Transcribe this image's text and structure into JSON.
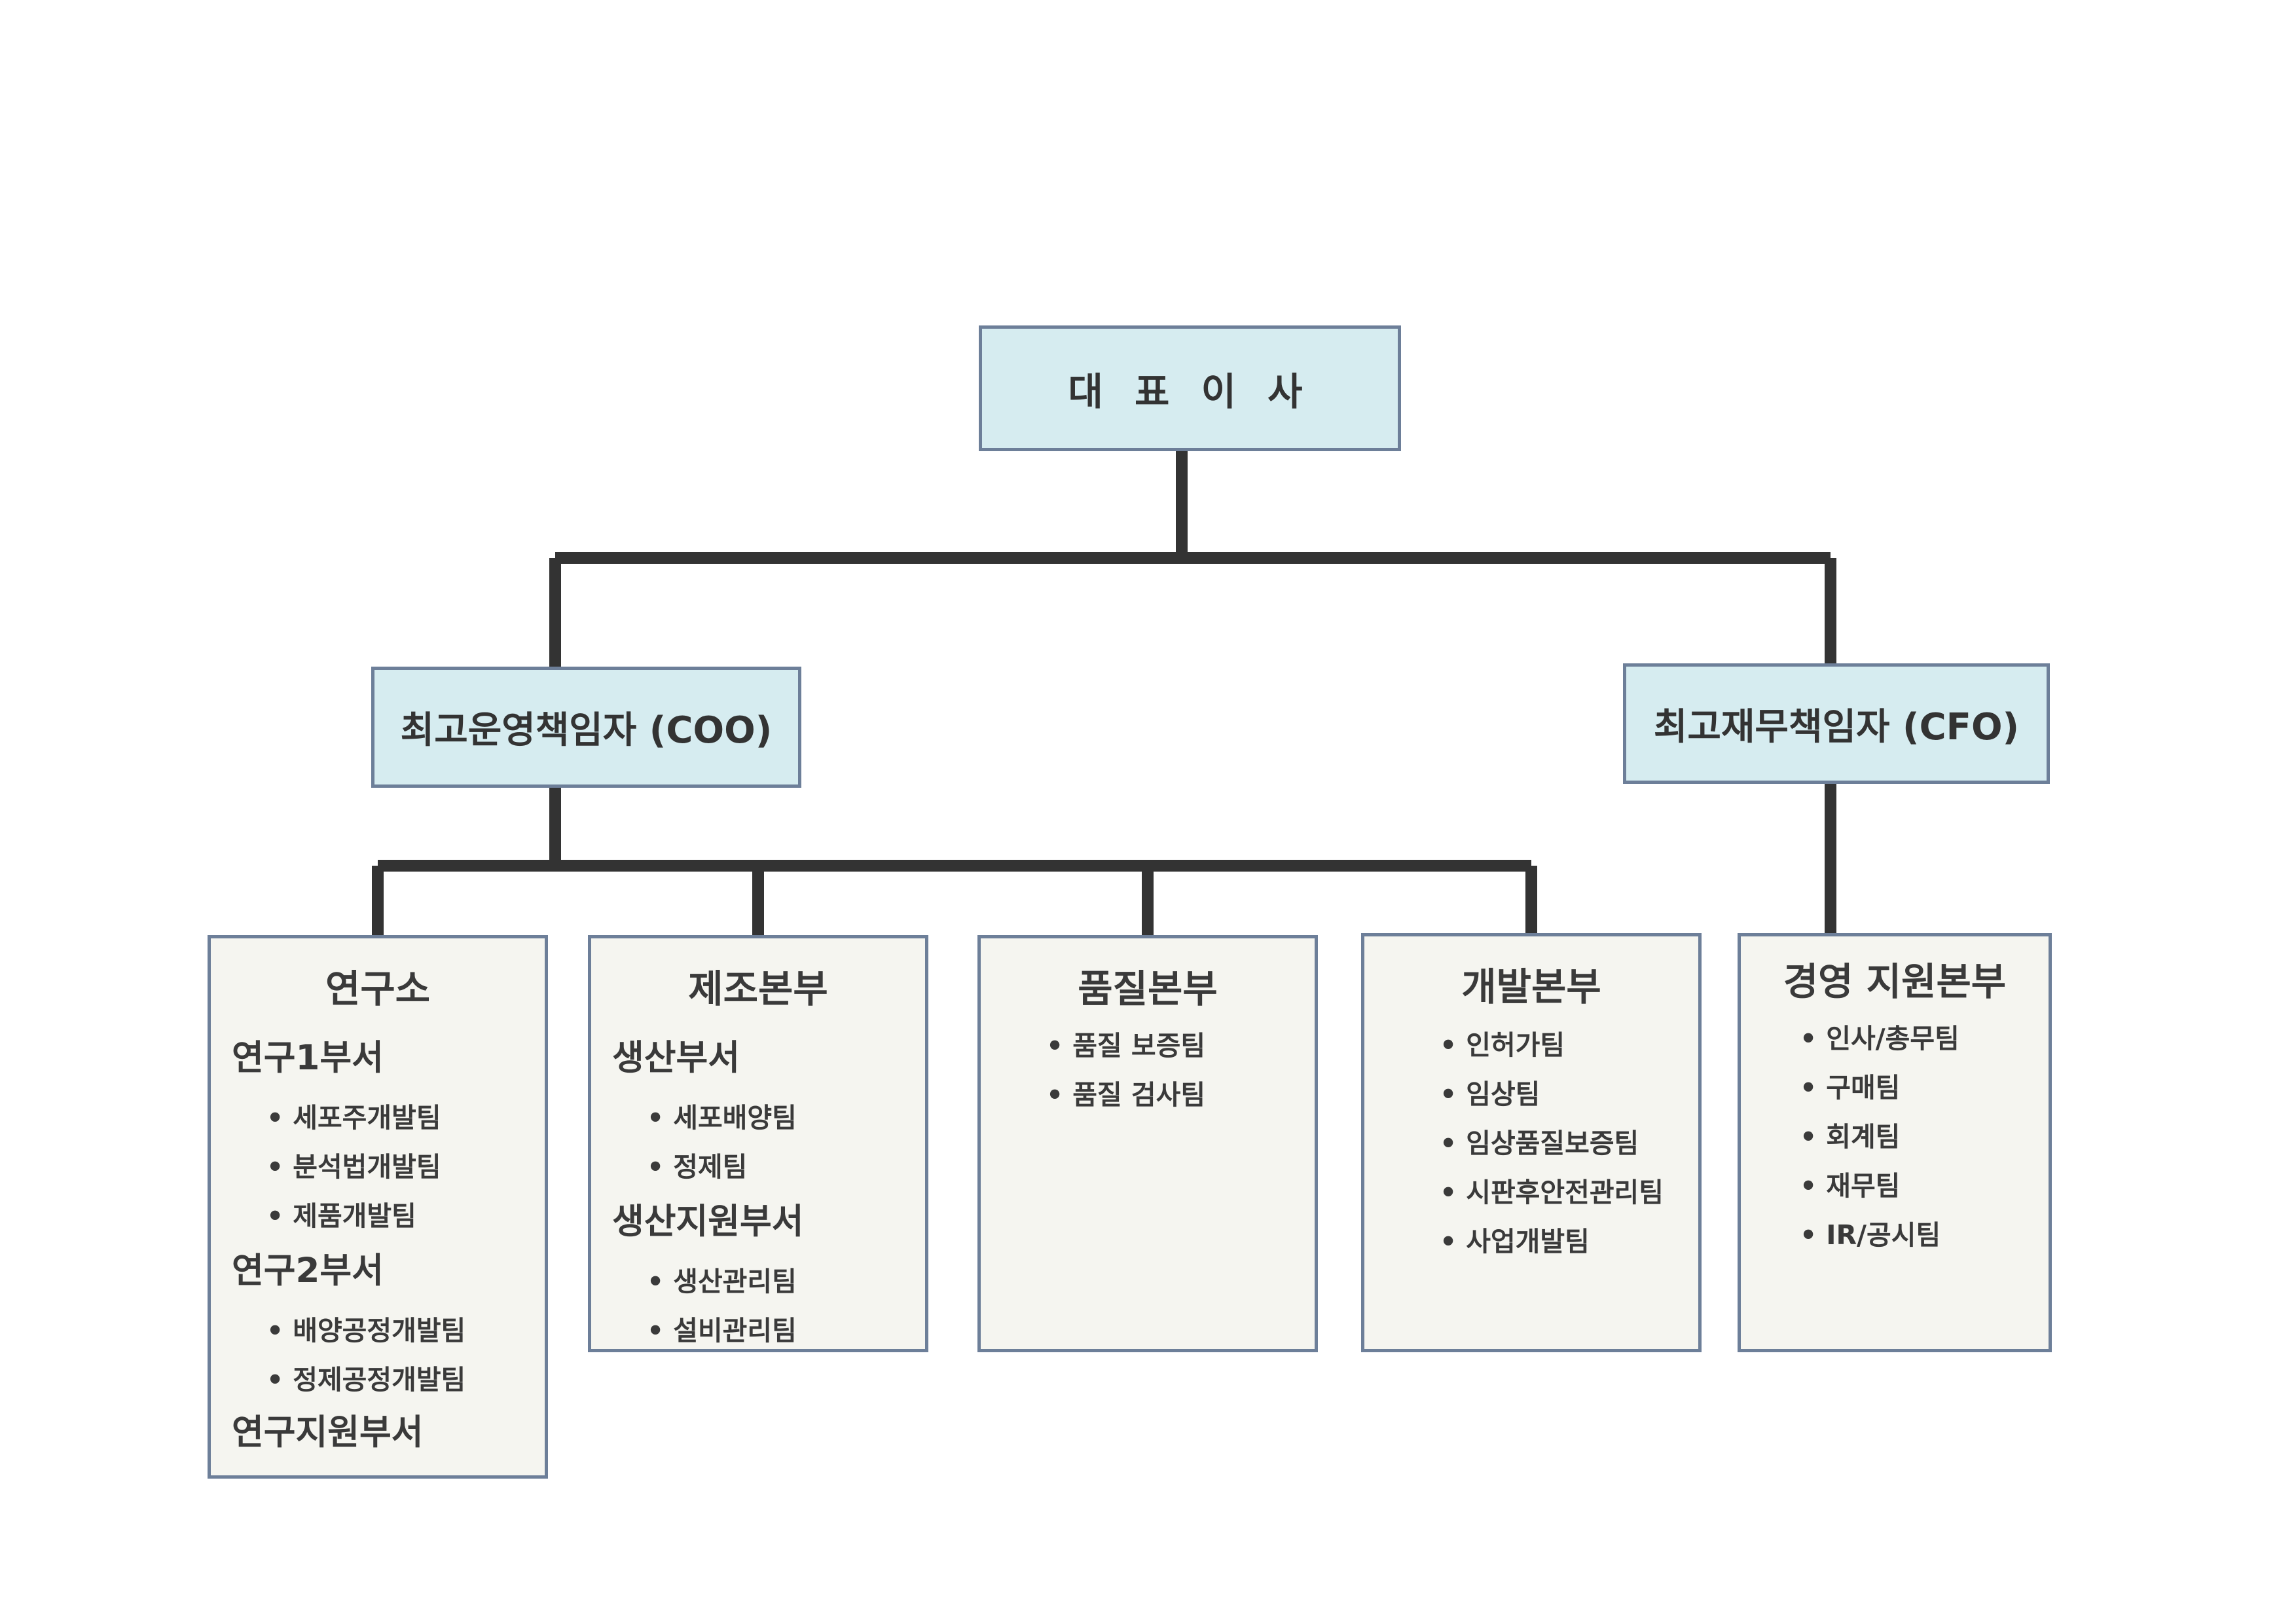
{
  "ceo": {
    "label": "대 표 이 사"
  },
  "coo": {
    "label": "최고운영책임자 (COO)"
  },
  "cfo": {
    "label": "최고재무책임자 (CFO)"
  },
  "bullet": "•",
  "departments": {
    "research": {
      "title": "연구소",
      "sub1": "연구1부서",
      "sub1_teams": [
        "세포주개발팀",
        "분석법개발팀",
        "제품개발팀"
      ],
      "sub2": "연구2부서",
      "sub2_teams": [
        "배양공정개발팀",
        "정제공정개발팀"
      ],
      "sub3": "연구지원부서"
    },
    "manufacturing": {
      "title": "제조본부",
      "sub1": "생산부서",
      "sub1_teams": [
        "세포배양팀",
        "정제팀"
      ],
      "sub2": "생산지원부서",
      "sub2_teams": [
        "생산관리팀",
        "설비관리팀"
      ]
    },
    "quality": {
      "title": "품질본부",
      "teams": [
        "품질 보증팀",
        "품질 검사팀"
      ]
    },
    "development": {
      "title": "개발본부",
      "teams": [
        "인허가팀",
        "임상팀",
        "임상품질보증팀",
        "시판후안전관리팀",
        "사업개발팀"
      ]
    },
    "management": {
      "title": "경영 지원본부",
      "teams": [
        "인사/총무팀",
        "구매팀",
        "회계팀",
        "재무팀",
        "IR/공시팀"
      ]
    }
  }
}
